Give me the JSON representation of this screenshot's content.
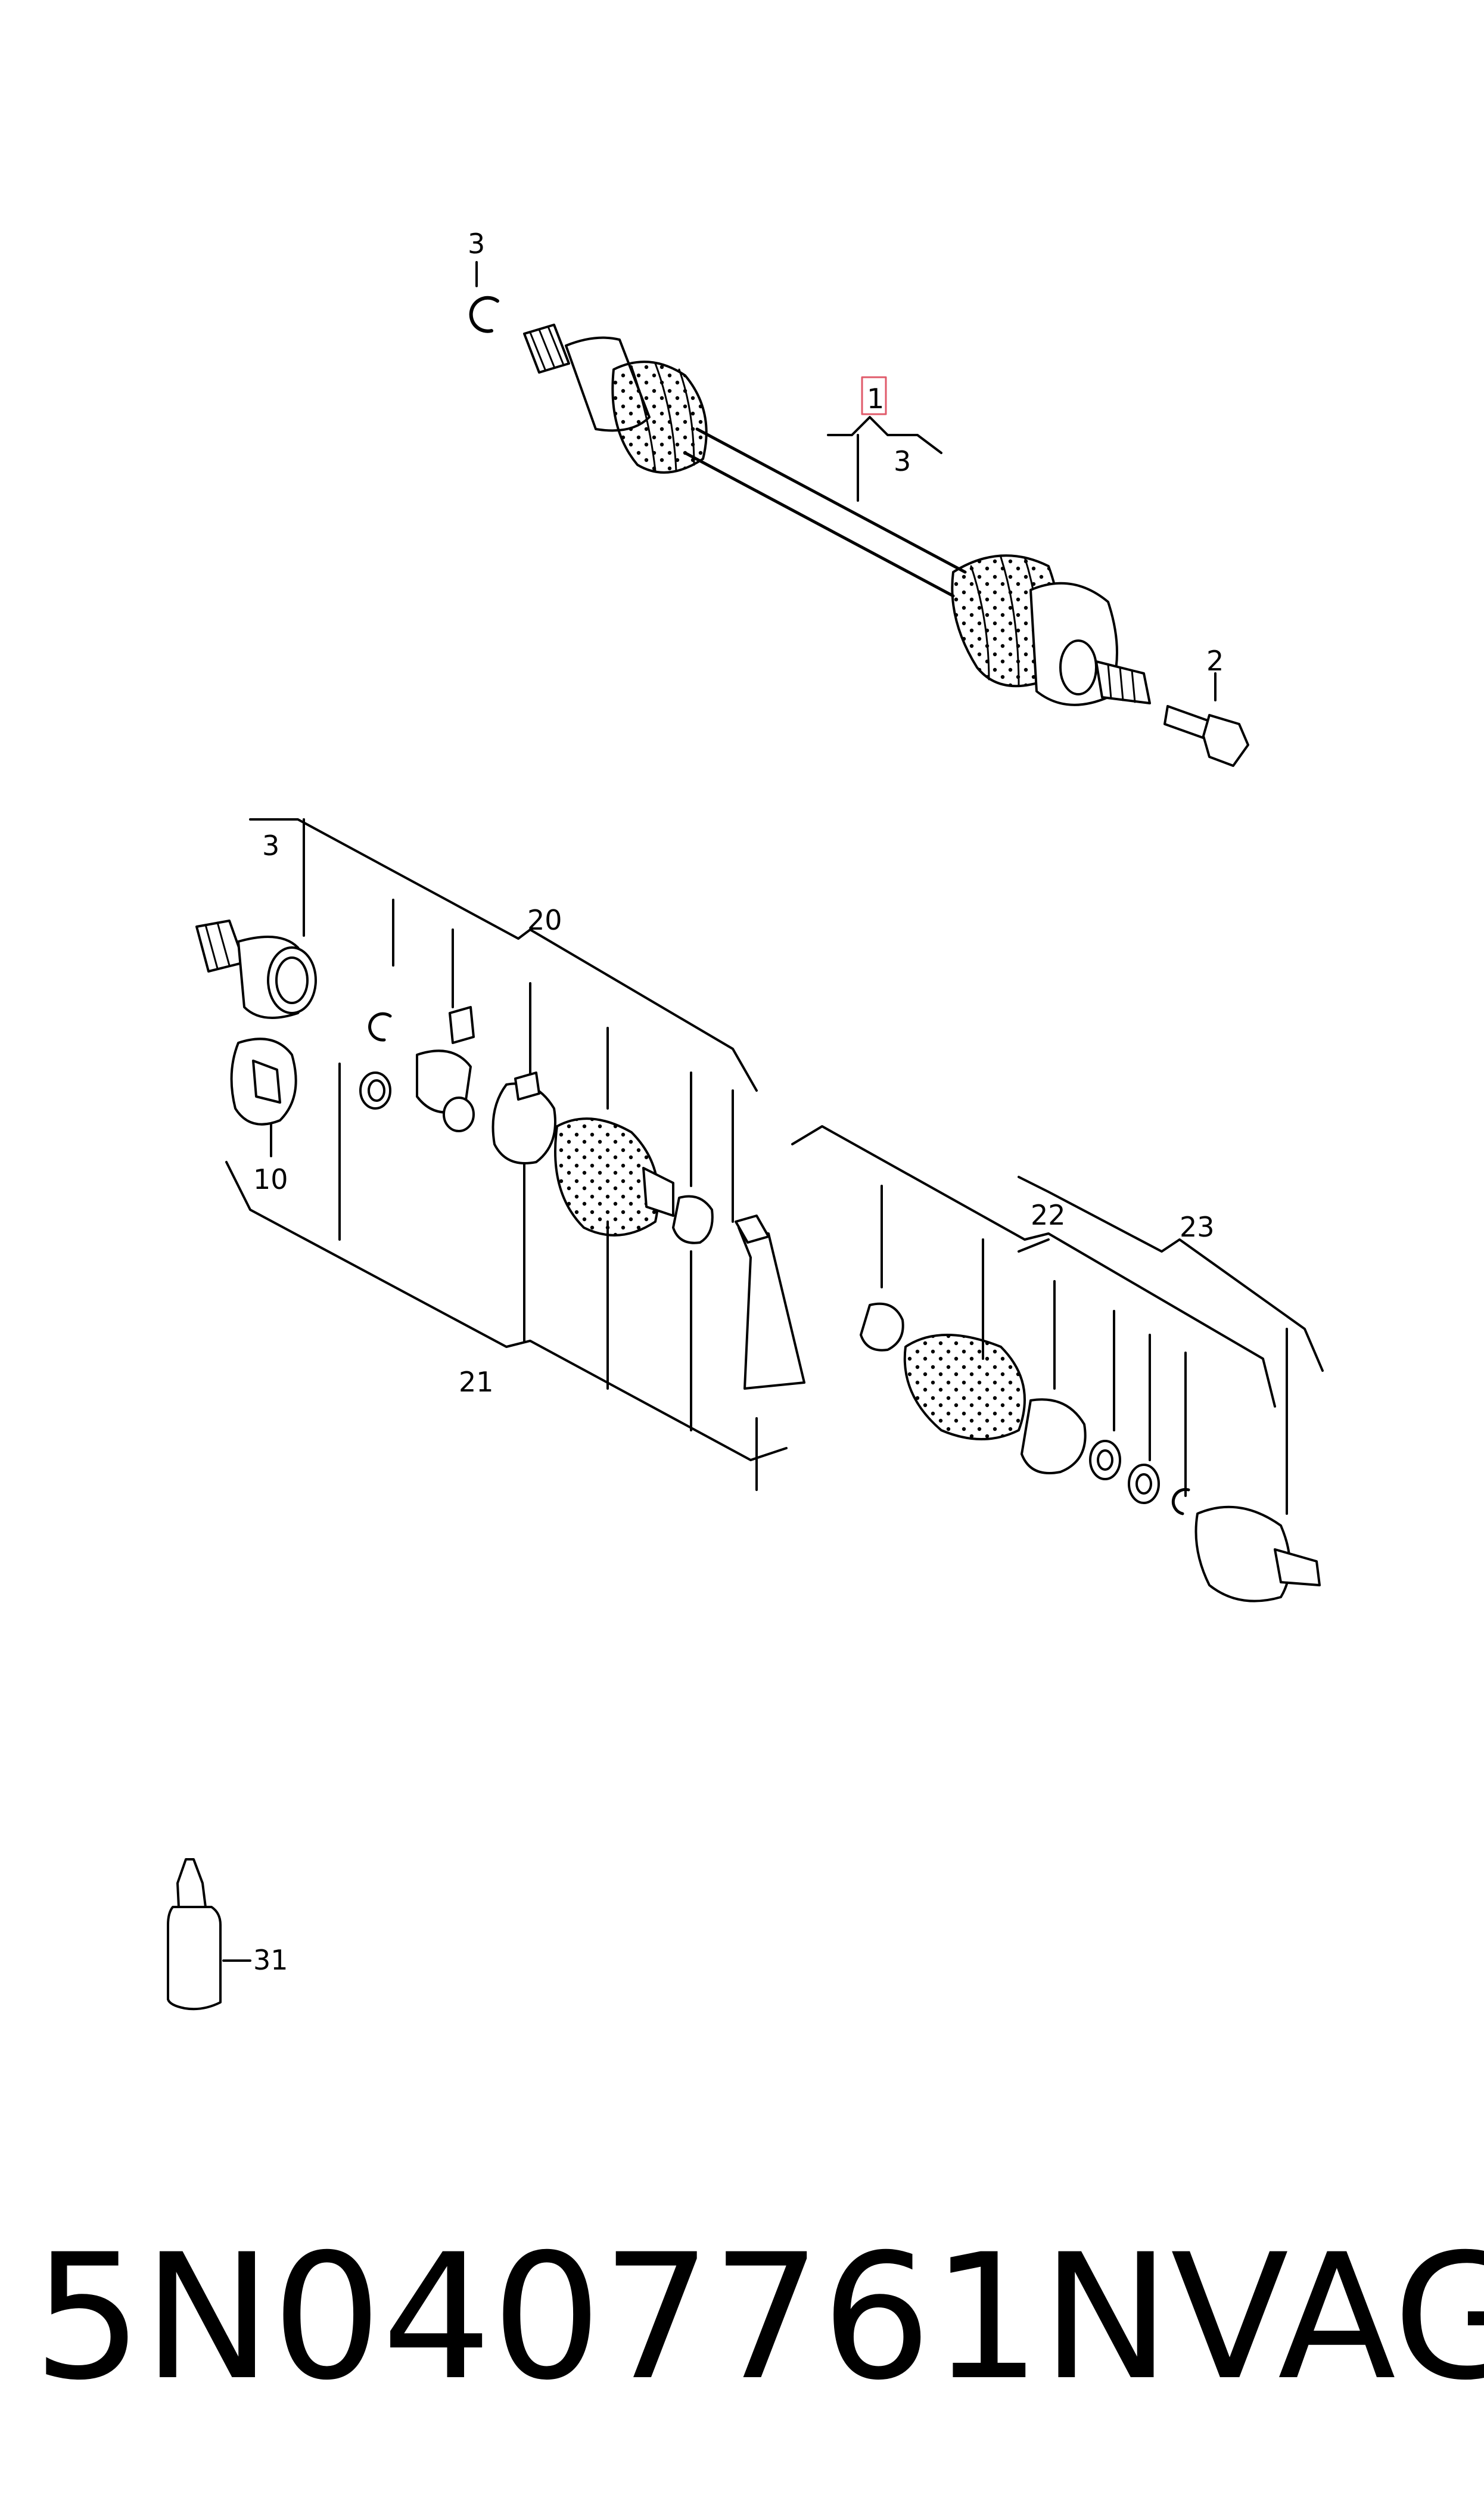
{
  "callouts": {
    "c1": "1",
    "c2": "2",
    "c3a": "3",
    "c3b": "3",
    "c3c": "3",
    "c10": "10",
    "c20": "20",
    "c21": "21",
    "c22": "22",
    "c23": "23",
    "c31": "31"
  },
  "footer": {
    "part_number": "5N0407761N",
    "brand": "VAG"
  },
  "colors": {
    "ink": "#000000",
    "highlight_box": "#e05a6a",
    "background": "#ffffff"
  }
}
